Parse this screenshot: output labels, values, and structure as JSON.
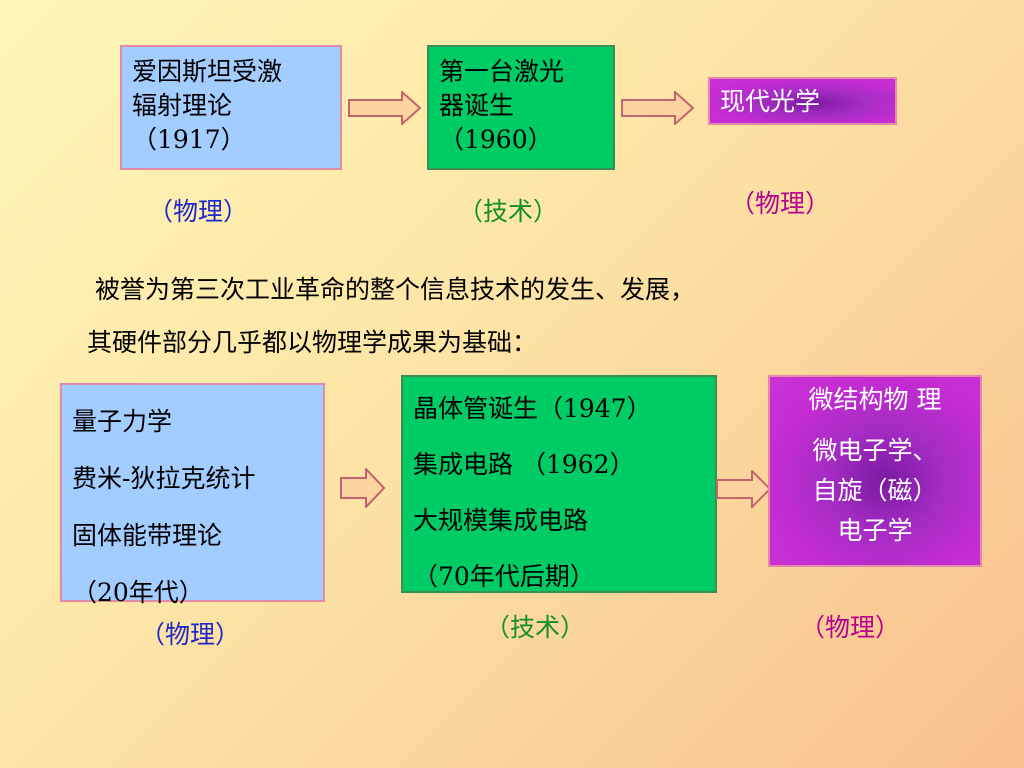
{
  "top_row": {
    "box1": {
      "lines": [
        "爱因斯坦受激",
        "辐射理论",
        "（1917）"
      ]
    },
    "box2": {
      "lines": [
        "第一台激光",
        "器诞生",
        "（1960）"
      ]
    },
    "box3": {
      "lines": [
        "现代光学"
      ]
    },
    "captions": [
      "（物理）",
      "（技术）",
      "（物理）"
    ]
  },
  "paragraph": {
    "line1": "被誉为第三次工业革命的整个信息技术的发生、发展，",
    "line2": "其硬件部分几乎都以物理学成果为基础："
  },
  "bottom_row": {
    "box1": {
      "lines": [
        "量子力学",
        "费米-狄拉克统计",
        "固体能带理论",
        "（20年代）"
      ]
    },
    "box2": {
      "lines": [
        "晶体管诞生（1947）",
        "集成电路 （1962）",
        "大规模集成电路",
        "（70年代后期）"
      ]
    },
    "box3": {
      "lines": [
        "微结构物 理",
        "微电子学、",
        "自旋（磁）",
        "电子学"
      ]
    },
    "captions": [
      "（物理）",
      "（技术）",
      "（物理）"
    ]
  },
  "colors": {
    "box_blue": "#a3ccff",
    "box_green": "#00cc66",
    "box_magenta": "#cc33d6",
    "caption_blue": "#1f27c9",
    "caption_green": "#128f28",
    "caption_magenta": "#b6008e",
    "arrow_fill": "#fbd4a0",
    "arrow_stroke": "#c2656e"
  }
}
